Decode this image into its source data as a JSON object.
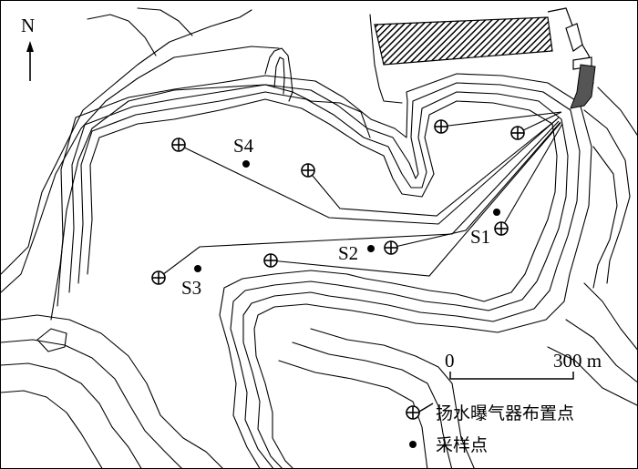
{
  "north_label": "N",
  "scale": {
    "start_label": "0",
    "end_label": "300 m"
  },
  "legend": {
    "aerator_label": "扬水曝气器布置点",
    "sample_label": "采样点"
  },
  "samples": [
    {
      "id": "S1",
      "label": "S1"
    },
    {
      "id": "S2",
      "label": "S2"
    },
    {
      "id": "S3",
      "label": "S3"
    },
    {
      "id": "S4",
      "label": "S4"
    }
  ],
  "aerator_count": 8,
  "colors": {
    "ink": "#000000",
    "paper": "#ffffff"
  }
}
